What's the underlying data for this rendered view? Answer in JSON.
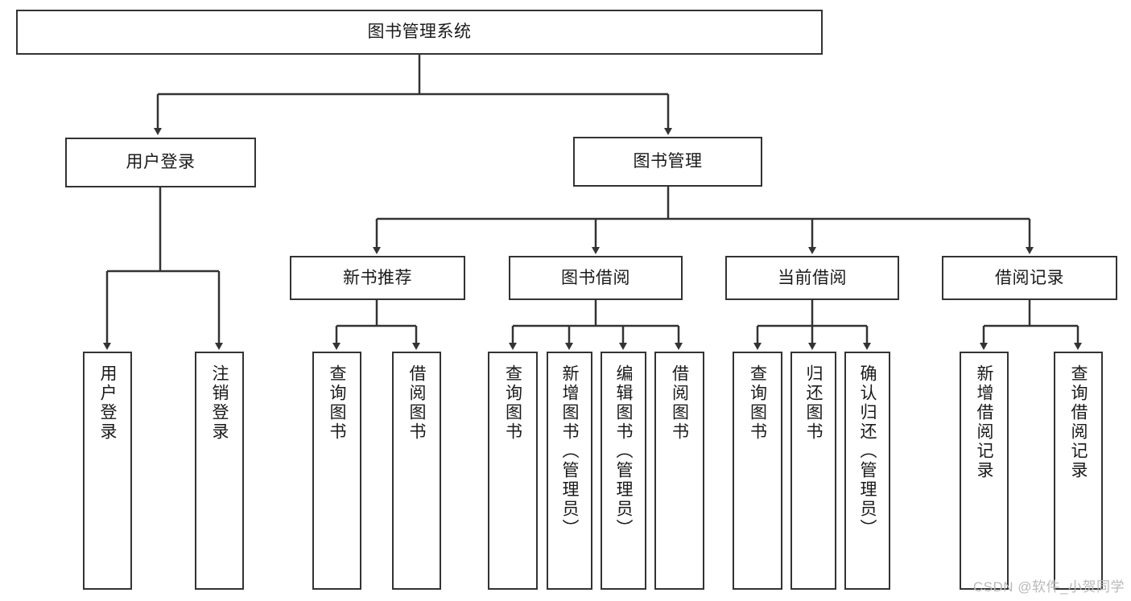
{
  "diagram": {
    "type": "tree-hierarchy-chart",
    "title_node": {
      "id": "root",
      "label": "图书管理系统"
    },
    "levels": [
      {
        "level": 1,
        "nodes": [
          {
            "id": "root",
            "label": "图书管理系统",
            "orientation": "horizontal"
          }
        ]
      },
      {
        "level": 2,
        "nodes": [
          {
            "id": "user-login",
            "label": "用户登录",
            "orientation": "horizontal",
            "parent": "root"
          },
          {
            "id": "book-manage",
            "label": "图书管理",
            "orientation": "horizontal",
            "parent": "root"
          }
        ]
      },
      {
        "level": 3,
        "nodes": [
          {
            "id": "new-book-rec",
            "label": "新书推荐",
            "orientation": "horizontal",
            "parent": "book-manage"
          },
          {
            "id": "book-borrow",
            "label": "图书借阅",
            "orientation": "horizontal",
            "parent": "book-manage"
          },
          {
            "id": "current-borrow",
            "label": "当前借阅",
            "orientation": "horizontal",
            "parent": "book-manage"
          },
          {
            "id": "borrow-record",
            "label": "借阅记录",
            "orientation": "horizontal",
            "parent": "book-manage"
          }
        ]
      },
      {
        "level": 4,
        "nodes": [
          {
            "id": "leaf-user-login",
            "label": "用户登录",
            "orientation": "vertical",
            "parent": "user-login"
          },
          {
            "id": "leaf-user-logout",
            "label": "注销登录",
            "orientation": "vertical",
            "parent": "user-login"
          },
          {
            "id": "leaf-query-book-1",
            "label": "查询图书",
            "orientation": "vertical",
            "parent": "new-book-rec"
          },
          {
            "id": "leaf-borrow-book-1",
            "label": "借阅图书",
            "orientation": "vertical",
            "parent": "new-book-rec"
          },
          {
            "id": "leaf-query-book-2",
            "label": "查询图书",
            "orientation": "vertical",
            "parent": "book-borrow"
          },
          {
            "id": "leaf-add-book",
            "label": "新增图书（管理员）",
            "orientation": "vertical",
            "parent": "book-borrow"
          },
          {
            "id": "leaf-edit-book",
            "label": "编辑图书（管理员）",
            "orientation": "vertical",
            "parent": "book-borrow"
          },
          {
            "id": "leaf-borrow-book-2",
            "label": "借阅图书",
            "orientation": "vertical",
            "parent": "book-borrow"
          },
          {
            "id": "leaf-query-book-3",
            "label": "查询图书",
            "orientation": "vertical",
            "parent": "current-borrow"
          },
          {
            "id": "leaf-return-book",
            "label": "归还图书",
            "orientation": "vertical",
            "parent": "current-borrow"
          },
          {
            "id": "leaf-confirm-return",
            "label": "确认归还（管理员）",
            "orientation": "vertical",
            "parent": "current-borrow"
          },
          {
            "id": "leaf-add-record",
            "label": "新增借阅记录",
            "orientation": "vertical",
            "parent": "borrow-record"
          },
          {
            "id": "leaf-query-record",
            "label": "查询借阅记录",
            "orientation": "vertical",
            "parent": "borrow-record"
          }
        ]
      }
    ],
    "watermark": "CSDN @软件_小贺同学",
    "colors": {
      "box_border": "#333333",
      "box_fill": "#ffffff",
      "connector": "#333333",
      "text": "#1a1a1a",
      "watermark": "#b9b9b9",
      "background": "#ffffff"
    }
  }
}
